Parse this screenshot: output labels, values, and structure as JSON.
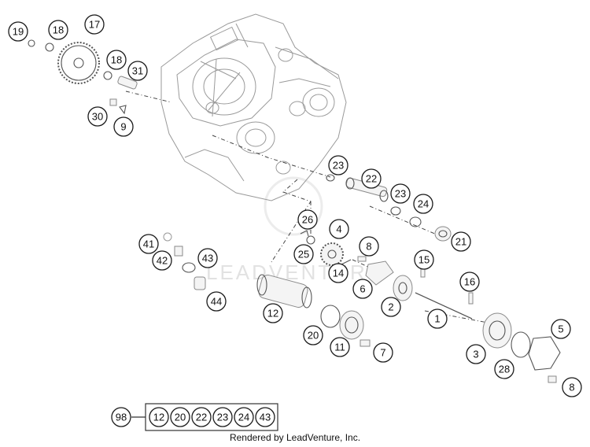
{
  "diagram": {
    "watermark": "LEADVENTURE",
    "kit_label": "98",
    "kit_items": [
      "12",
      "20",
      "22",
      "23",
      "24",
      "43"
    ],
    "credit": "Rendered by LeadVenture, Inc."
  },
  "callouts": [
    {
      "id": "c19a",
      "label": "19"
    },
    {
      "id": "c18a",
      "label": "18"
    },
    {
      "id": "c17",
      "label": "17"
    },
    {
      "id": "c18b",
      "label": "18"
    },
    {
      "id": "c31",
      "label": "31"
    },
    {
      "id": "c30",
      "label": "30"
    },
    {
      "id": "c9",
      "label": "9"
    },
    {
      "id": "c23a",
      "label": "23"
    },
    {
      "id": "c22",
      "label": "22"
    },
    {
      "id": "c23b",
      "label": "23"
    },
    {
      "id": "c24",
      "label": "24"
    },
    {
      "id": "c26",
      "label": "26"
    },
    {
      "id": "c4",
      "label": "4"
    },
    {
      "id": "c21",
      "label": "21"
    },
    {
      "id": "c8a",
      "label": "8"
    },
    {
      "id": "c25",
      "label": "25"
    },
    {
      "id": "c41",
      "label": "41"
    },
    {
      "id": "c42",
      "label": "42"
    },
    {
      "id": "c43",
      "label": "43"
    },
    {
      "id": "c15",
      "label": "15"
    },
    {
      "id": "c14",
      "label": "14"
    },
    {
      "id": "c6",
      "label": "6"
    },
    {
      "id": "c16",
      "label": "16"
    },
    {
      "id": "c2",
      "label": "2"
    },
    {
      "id": "c44",
      "label": "44"
    },
    {
      "id": "c12",
      "label": "12"
    },
    {
      "id": "c1",
      "label": "1"
    },
    {
      "id": "c20",
      "label": "20"
    },
    {
      "id": "c11",
      "label": "11"
    },
    {
      "id": "c7",
      "label": "7"
    },
    {
      "id": "c5",
      "label": "5"
    },
    {
      "id": "c3",
      "label": "3"
    },
    {
      "id": "c28",
      "label": "28"
    },
    {
      "id": "c8b",
      "label": "8"
    }
  ]
}
